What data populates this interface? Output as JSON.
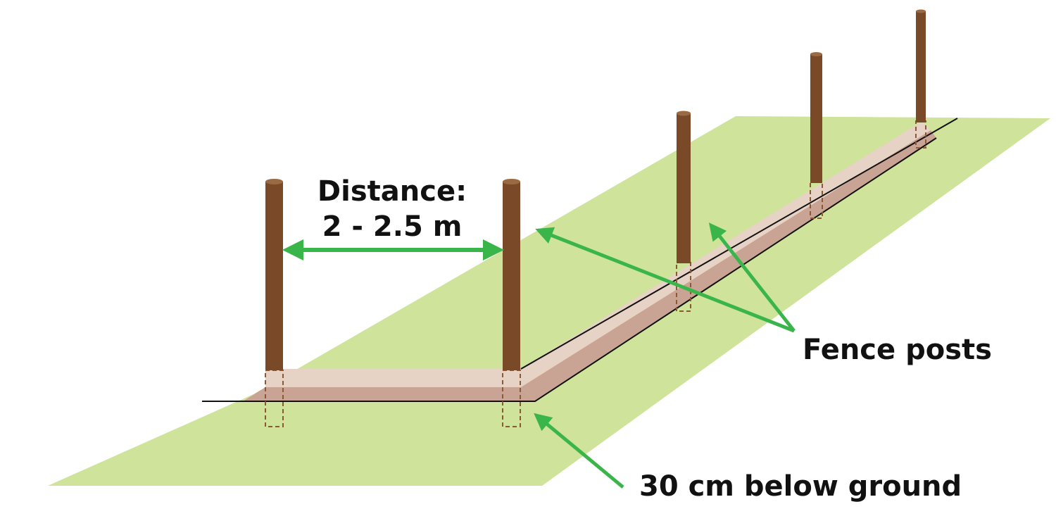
{
  "labels": {
    "distance_line1": "Distance:",
    "distance_line2": "2 - 2.5 m",
    "fence_posts": "Fence posts",
    "below_ground": "30 cm below ground"
  },
  "colors": {
    "ground": "#cfe39b",
    "post": "#7a4a28",
    "post_top": "#9a6a42",
    "bed_top": "#e7d2c6",
    "bed_side": "#c9a393",
    "arrow": "#3ab54a",
    "outline": "#111111",
    "buried": "#8a5a36"
  }
}
